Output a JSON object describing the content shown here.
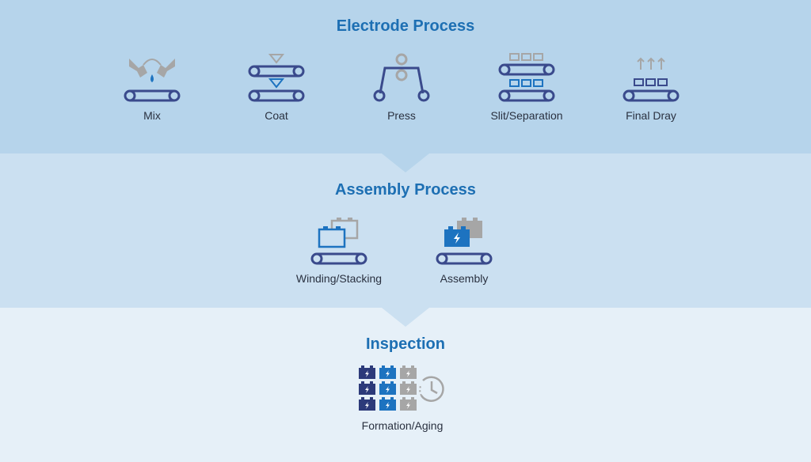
{
  "colors": {
    "band_top": "#b6d4eb",
    "band_middle": "#cbe0f1",
    "band_bottom": "#e6f0f8",
    "title": "#1d6fb3",
    "conveyor": "#3a4a8c",
    "accent_blue": "#1d73c0",
    "gray": "#a6a6a6",
    "navy": "#2c3a7a"
  },
  "electrode": {
    "title": "Electrode Process",
    "steps": [
      {
        "label": "Mix",
        "icon": "mix-icon"
      },
      {
        "label": "Coat",
        "icon": "coat-icon"
      },
      {
        "label": "Press",
        "icon": "press-icon"
      },
      {
        "label": "Slit/Separation",
        "icon": "slit-icon"
      },
      {
        "label": "Final Dray",
        "icon": "dry-icon"
      }
    ]
  },
  "assembly": {
    "title": "Assembly Process",
    "steps": [
      {
        "label": "Winding/Stacking",
        "icon": "winding-icon"
      },
      {
        "label": "Assembly",
        "icon": "assembly-icon"
      }
    ]
  },
  "inspection": {
    "title": "Inspection",
    "steps": [
      {
        "label": "Formation/Aging",
        "icon": "formation-aging-icon"
      }
    ]
  }
}
